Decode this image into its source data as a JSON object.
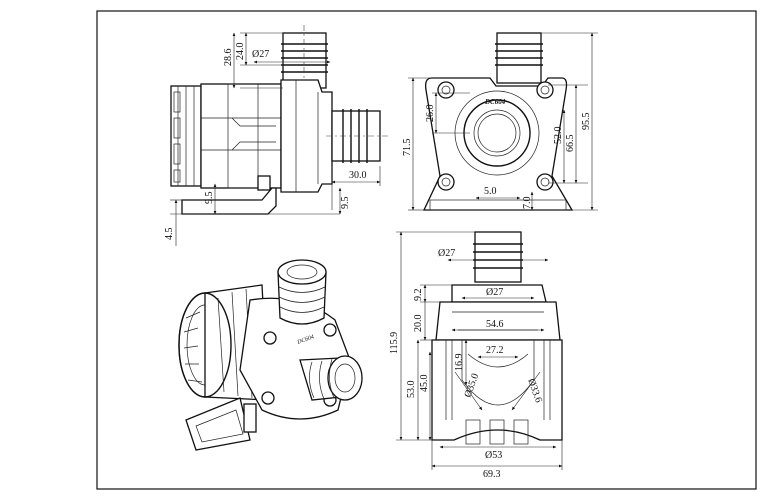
{
  "drawing": {
    "brand_label": "DC604",
    "dims": {
      "side_d27": "Ø27",
      "side_28_6": "28.6",
      "side_24_0": "24.0",
      "side_30_0": "30.0",
      "side_9_5_a": "9.5",
      "side_9_5_b": "9.5",
      "side_4_5": "4.5",
      "front_26_0": "26.0",
      "front_71_5": "71.5",
      "front_52_0": "52.0",
      "front_66_5": "66.5",
      "front_95_5": "95.5",
      "front_5_0": "5.0",
      "front_7_0": "7.0",
      "top_d27_a": "Ø27",
      "top_d27_b": "Ø27",
      "top_9_2": "9.2",
      "top_20_0": "20.0",
      "top_54_6": "54.6",
      "top_16_9": "16.9",
      "top_27_2": "27.2",
      "top_115_9": "115.9",
      "top_53_0": "53.0",
      "top_45_0": "45.0",
      "top_d35_0": "Ø35.0",
      "top_d33_6": "Ø33.6",
      "top_d53": "Ø53",
      "top_69_3": "69.3"
    }
  }
}
